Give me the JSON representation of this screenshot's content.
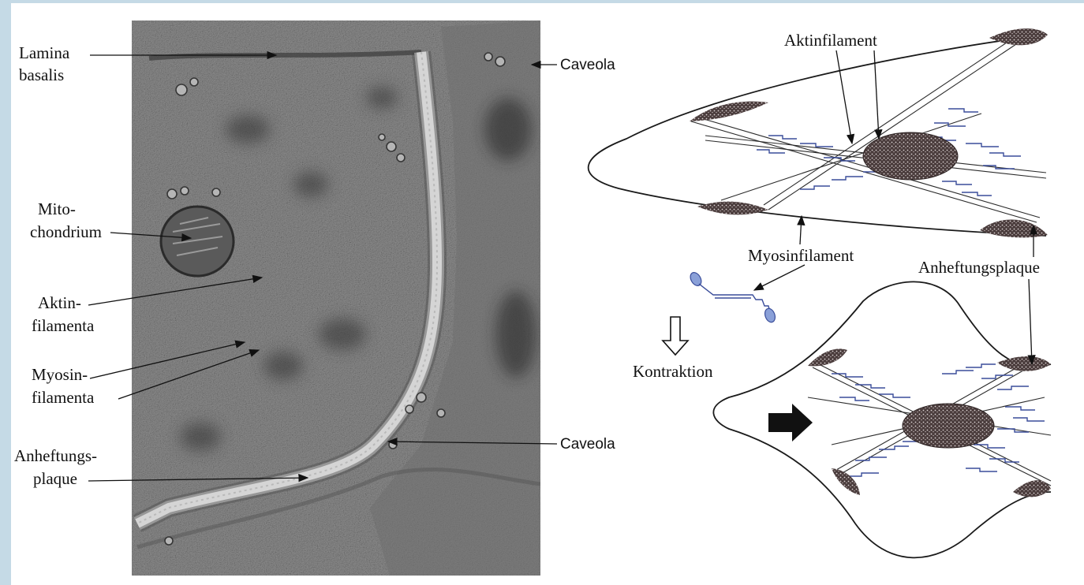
{
  "micrograph_labels": {
    "lamina_basalis": [
      "Lamina",
      "basalis"
    ],
    "caveola_top": "Caveola",
    "mitochondrium": [
      "Mito-",
      "chondrium"
    ],
    "aktin_filamenta": [
      "Aktin-",
      "filamenta"
    ],
    "myosin_filamenta": [
      "Myosin-",
      "filamenta"
    ],
    "caveola_bottom": "Caveola",
    "anheftungs_plaque": [
      "Anheftungs-",
      "plaque"
    ]
  },
  "diagram_labels": {
    "aktinfilament": "Aktinfilament",
    "myosinfilament": "Myosinfilament",
    "anheftungsplaque": "Anheftungsplaque",
    "kontraktion": "Kontraktion"
  },
  "colors": {
    "frame_background": "#c5dae6",
    "micrograph_base": "#8e8e8e",
    "myosin_blue": "#3a4d9a",
    "dense_body": "#3a2f2f"
  }
}
